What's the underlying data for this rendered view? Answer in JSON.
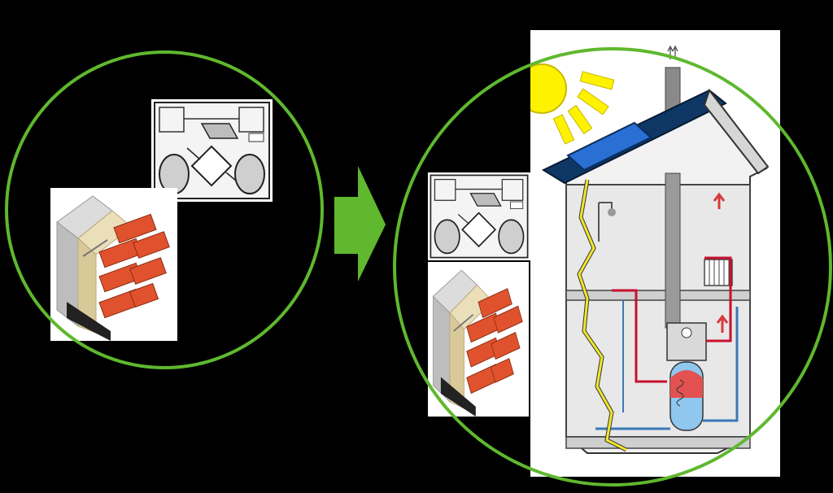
{
  "scene": {
    "left_group": {
      "items": [
        "insulated-brick-wall",
        "heat-recovery-ventilation-unit"
      ]
    },
    "arrow": {
      "direction": "right"
    },
    "right_group": {
      "items": [
        "heat-recovery-ventilation-unit",
        "insulated-brick-wall",
        "solar-heated-house-cutaway"
      ]
    }
  },
  "colors": {
    "background": "#000000",
    "circle_outline": "#5fb82e",
    "arrow_fill": "#5fb82e",
    "sun": "#fff200",
    "brick": "#e0522d",
    "insulation": "#eadfb8",
    "solar_panel": "#2a6fd4",
    "roof": "#0e3766",
    "hot_pipe": "#c8102e",
    "cold_pipe": "#3a78b8",
    "wire": "#f2e62a",
    "tank_hot": "#e35151",
    "tank_cold": "#8fc7ef"
  }
}
